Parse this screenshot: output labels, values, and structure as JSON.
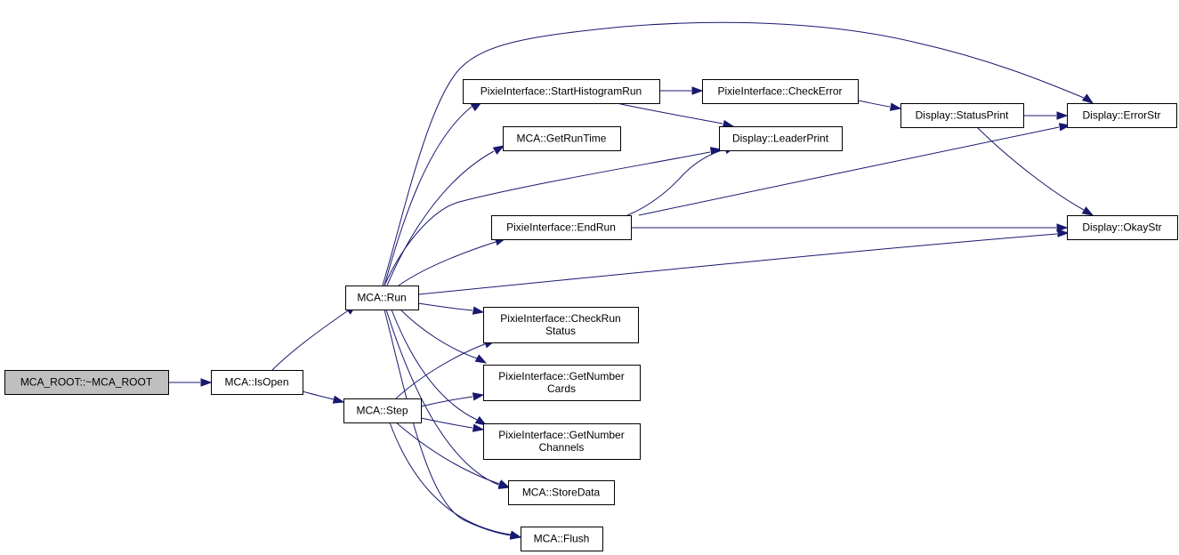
{
  "colors": {
    "edge": "#191970",
    "root_fill": "#bfbfbf",
    "node_fill": "#ffffff",
    "node_border": "#000000"
  },
  "nodes": [
    {
      "id": "mca_root_dtor",
      "lines": [
        "MCA_ROOT::~MCA_ROOT"
      ],
      "root": true
    },
    {
      "id": "mca_isopen",
      "lines": [
        "MCA::IsOpen"
      ]
    },
    {
      "id": "mca_run",
      "lines": [
        "MCA::Run"
      ]
    },
    {
      "id": "mca_step",
      "lines": [
        "MCA::Step"
      ]
    },
    {
      "id": "pi_starthistogramrun",
      "lines": [
        "PixieInterface::StartHistogramRun"
      ]
    },
    {
      "id": "mca_getruntime",
      "lines": [
        "MCA::GetRunTime"
      ]
    },
    {
      "id": "pi_endrun",
      "lines": [
        "PixieInterface::EndRun"
      ]
    },
    {
      "id": "pi_checkrunstatus",
      "lines": [
        "PixieInterface::CheckRun",
        "Status"
      ]
    },
    {
      "id": "pi_getnumbercards",
      "lines": [
        "PixieInterface::GetNumber",
        "Cards"
      ]
    },
    {
      "id": "pi_getnumberchannels",
      "lines": [
        "PixieInterface::GetNumber",
        "Channels"
      ]
    },
    {
      "id": "mca_storedata",
      "lines": [
        "MCA::StoreData"
      ]
    },
    {
      "id": "mca_flush",
      "lines": [
        "MCA::Flush"
      ]
    },
    {
      "id": "pi_checkerror",
      "lines": [
        "PixieInterface::CheckError"
      ]
    },
    {
      "id": "display_leaderprint",
      "lines": [
        "Display::LeaderPrint"
      ]
    },
    {
      "id": "display_statusprint",
      "lines": [
        "Display::StatusPrint"
      ]
    },
    {
      "id": "display_errorstr",
      "lines": [
        "Display::ErrorStr"
      ]
    },
    {
      "id": "display_okaystr",
      "lines": [
        "Display::OkayStr"
      ]
    }
  ],
  "edges": [
    {
      "from": "mca_root_dtor",
      "to": "mca_isopen"
    },
    {
      "from": "mca_isopen",
      "to": "mca_run"
    },
    {
      "from": "mca_isopen",
      "to": "mca_step"
    },
    {
      "from": "mca_run",
      "to": "display_errorstr"
    },
    {
      "from": "mca_run",
      "to": "pi_starthistogramrun"
    },
    {
      "from": "mca_run",
      "to": "mca_getruntime"
    },
    {
      "from": "mca_run",
      "to": "display_leaderprint"
    },
    {
      "from": "mca_run",
      "to": "pi_endrun"
    },
    {
      "from": "mca_run",
      "to": "display_okaystr"
    },
    {
      "from": "mca_run",
      "to": "pi_checkrunstatus"
    },
    {
      "from": "mca_run",
      "to": "pi_getnumbercards"
    },
    {
      "from": "mca_run",
      "to": "pi_getnumberchannels"
    },
    {
      "from": "mca_run",
      "to": "mca_storedata"
    },
    {
      "from": "mca_run",
      "to": "mca_flush"
    },
    {
      "from": "mca_step",
      "to": "pi_checkrunstatus"
    },
    {
      "from": "mca_step",
      "to": "pi_getnumbercards"
    },
    {
      "from": "mca_step",
      "to": "pi_getnumberchannels"
    },
    {
      "from": "mca_step",
      "to": "mca_storedata"
    },
    {
      "from": "mca_step",
      "to": "mca_flush"
    },
    {
      "from": "pi_starthistogramrun",
      "to": "pi_checkerror"
    },
    {
      "from": "pi_starthistogramrun",
      "to": "display_leaderprint"
    },
    {
      "from": "pi_endrun",
      "to": "display_leaderprint"
    },
    {
      "from": "pi_endrun",
      "to": "display_errorstr"
    },
    {
      "from": "pi_endrun",
      "to": "display_okaystr"
    },
    {
      "from": "pi_checkerror",
      "to": "display_statusprint"
    },
    {
      "from": "display_statusprint",
      "to": "display_errorstr"
    },
    {
      "from": "display_statusprint",
      "to": "display_okaystr"
    }
  ]
}
